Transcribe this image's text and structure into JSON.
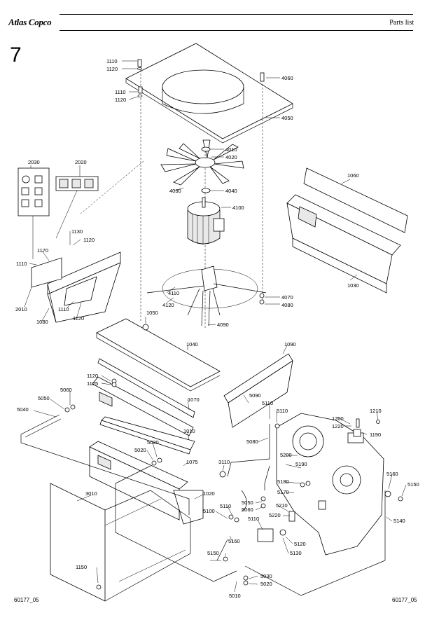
{
  "header": {
    "logo_text": "Atlas Copco",
    "title": "Parts list"
  },
  "chapter_number": "7",
  "footer": {
    "left_code": "60177_05",
    "right_code": "60177_05"
  },
  "part_labels": [
    "1110",
    "1120",
    "1110",
    "1120",
    "4060",
    "4050",
    "4010",
    "4020",
    "4030",
    "4040",
    "4100",
    "1060",
    "1030",
    "2030",
    "2020",
    "1130",
    "1120",
    "1170",
    "1110",
    "2010",
    "1080",
    "1110",
    "1120",
    "4110",
    "4120",
    "4070",
    "4080",
    "4090",
    "1050",
    "1040",
    "1090",
    "1120",
    "1125",
    "5060",
    "5050",
    "5040",
    "1070",
    "5090",
    "5110",
    "5110",
    "1210",
    "1200",
    "1220",
    "1190",
    "1010",
    "5030",
    "5020",
    "5080",
    "1075",
    "3110",
    "5200",
    "5190",
    "5180",
    "5170",
    "5160",
    "5150",
    "3010",
    "1020",
    "5050",
    "5060",
    "5110",
    "5100",
    "5210",
    "5220",
    "5110",
    "5140",
    "5120",
    "5130",
    "5160",
    "5150",
    "1150",
    "5030",
    "5020",
    "5010"
  ]
}
